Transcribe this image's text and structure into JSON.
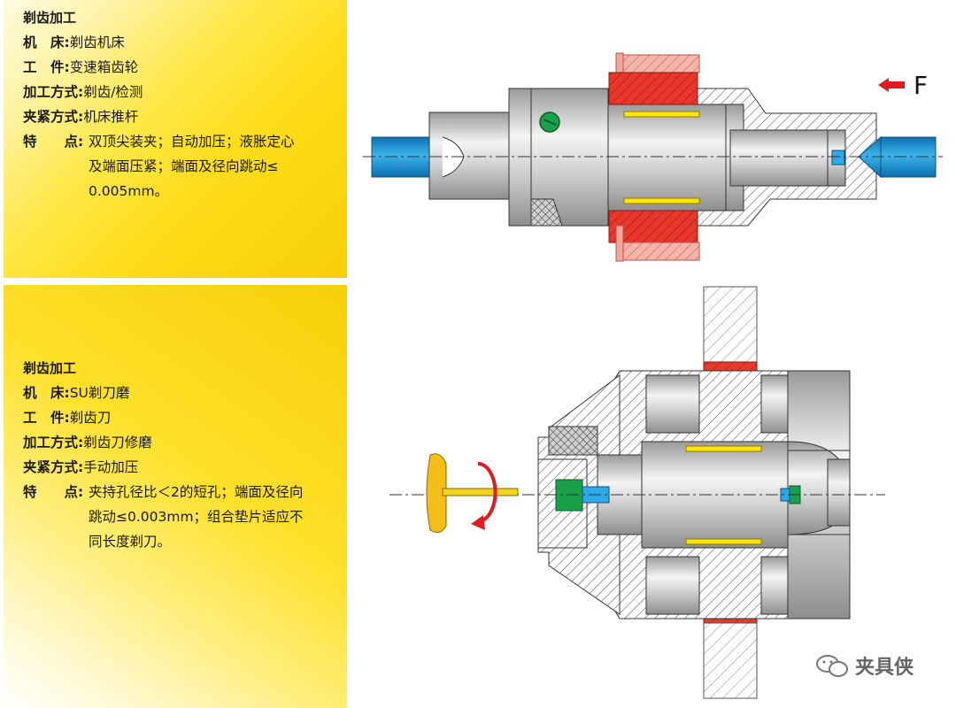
{
  "panel1": {
    "title": "剃齿加工",
    "machine_label": "机　床:",
    "machine_value": "剃齿机床",
    "workpiece_label": "工　件:",
    "workpiece_value": "变速箱齿轮",
    "method_label": "加工方式:",
    "method_value": "剃齿/检测",
    "clamp_label": "夹紧方式:",
    "clamp_value": "机床推杆",
    "feature_label": "特　　点:",
    "feature_line1": "双顶尖装夹；自动加压；液胀定心",
    "feature_line2": "及端面压紧；端面及径向跳动≤",
    "feature_line3": "0.005mm。"
  },
  "panel2": {
    "title": "剃齿加工",
    "machine_label": "机　床:",
    "machine_value": "SU剃刀磨",
    "workpiece_label": "工　件:",
    "workpiece_value": "剃齿刀",
    "method_label": "加工方式:",
    "method_value": "剃齿刀修磨",
    "clamp_label": "夹紧方式:",
    "clamp_value": "手动加压",
    "feature_label": "特　　点:",
    "feature_line1": "夹持孔径比＜2的短孔；端面及径向",
    "feature_line2": "跳动≤0.003mm；组合垫片适应不",
    "feature_line3": "同长度剃刀。"
  },
  "drawing1": {
    "force_label": "F"
  },
  "watermark": {
    "text": "夹具侠",
    "icon": "wechat-icon"
  },
  "colors": {
    "panel_yellow": "#ffdc1a",
    "cone_blue": "#1e9ad6",
    "gear_red": "#e8362a",
    "gear_pink": "#f2a59a",
    "sleeve_yellow": "#ffe600",
    "screw_green": "#1aa04a",
    "metal_gray": "#cfcfcf",
    "arrow_red": "#e11b22"
  }
}
